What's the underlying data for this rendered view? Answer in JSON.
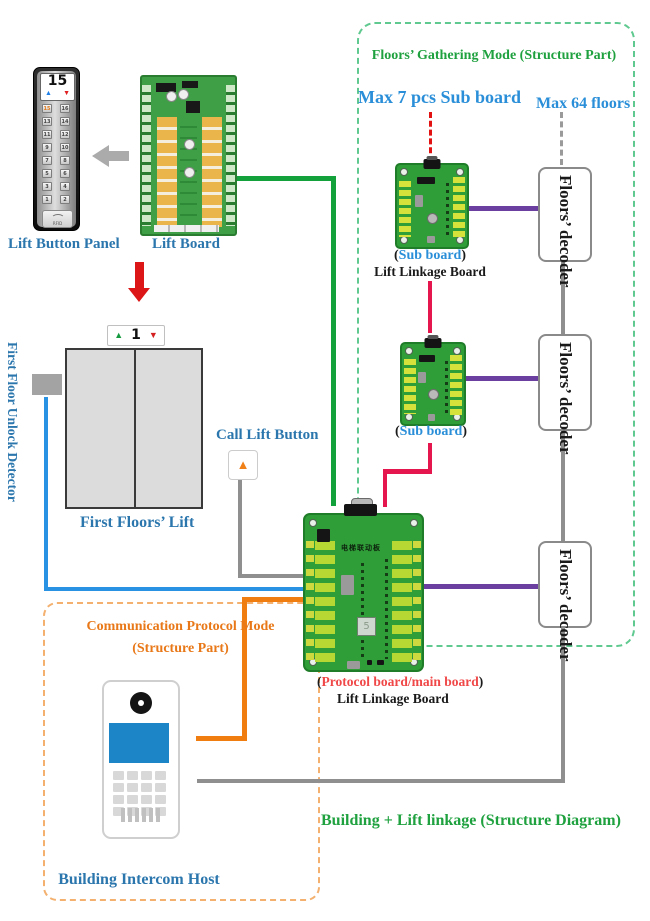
{
  "colors": {
    "label_blue": "#2b76ad",
    "bright_blue": "#2a8fd8",
    "green_text": "#1fa13f",
    "orange_text": "#e87818",
    "red_label": "#f04848",
    "line_green": "#12a13b",
    "line_crimson": "#e5164e",
    "line_purple": "#6b3fa0",
    "line_blue": "#2a92e2",
    "line_orange": "#ef7d10",
    "line_gray": "#8f8f8f"
  },
  "icons": {
    "up_triangle": "▲",
    "down_triangle": "▼"
  },
  "lift_button_panel": {
    "label": "Lift Button Panel",
    "display_floor": "15",
    "buttons_left": [
      "15",
      "13",
      "11",
      "9",
      "7",
      "5",
      "3",
      "1"
    ],
    "buttons_right": [
      "16",
      "14",
      "12",
      "10",
      "8",
      "6",
      "4",
      "2"
    ],
    "rfid_label": "RFID"
  },
  "lift_board": {
    "label": "Lift Board"
  },
  "gathering_mode": {
    "title": "Floors’ Gathering Mode (Structure Part)",
    "max_sub_board": "Max 7 pcs Sub board",
    "max_floors": "Max 64 floors",
    "sub_board_1": {
      "open": "(",
      "name": "Sub board",
      "close": ")",
      "line2": "Lift Linkage Board"
    },
    "sub_board_2": {
      "open": "(",
      "name": "Sub board",
      "close": ")"
    },
    "decoders": [
      {
        "label": "Floors’ decoder"
      },
      {
        "label": "Floors’ decoder"
      },
      {
        "label": "Floors’ decoder"
      }
    ]
  },
  "lift": {
    "indicator_floor": "1",
    "label": "First Floors’ Lift",
    "detector_label": "First Floor Unlock Detector",
    "call_button_label": "Call Lift Button"
  },
  "main_board": {
    "pcb_silkscreen": "电梯联动板",
    "seg_display": "5",
    "open": "(",
    "name": "Protocol board/main board",
    "close": ")",
    "line2": "Lift Linkage Board"
  },
  "protocol_mode": {
    "title": "Communication Protocol Mode",
    "subtitle": "(Structure Part)",
    "host_label": "Building Intercom Host"
  },
  "diagram_title": "Building + Lift linkage (Structure Diagram)"
}
